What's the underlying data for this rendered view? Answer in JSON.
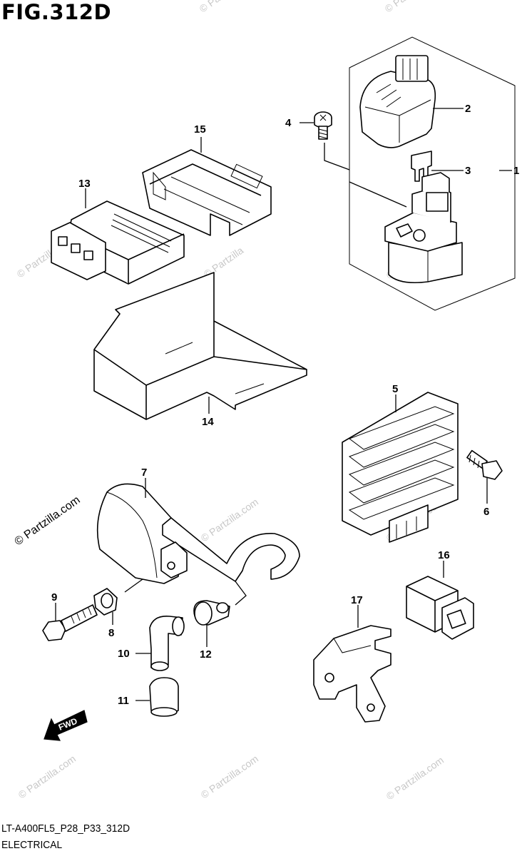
{
  "figure": {
    "title": "FIG.312D",
    "model_code": "LT-A400FL5_P28_P33_312D",
    "section": "ELECTRICAL"
  },
  "watermark": {
    "short": "© Partzilla",
    "full": "© Partzilla.com"
  },
  "fwd_label": "FWD",
  "callouts": {
    "c1": "1",
    "c2": "2",
    "c3": "3",
    "c4": "4",
    "c5": "5",
    "c6": "6",
    "c7": "7",
    "c8": "8",
    "c9": "9",
    "c10": "10",
    "c11": "11",
    "c12": "12",
    "c13": "13",
    "c14": "14",
    "c15": "15",
    "c16": "16",
    "c17": "17"
  }
}
